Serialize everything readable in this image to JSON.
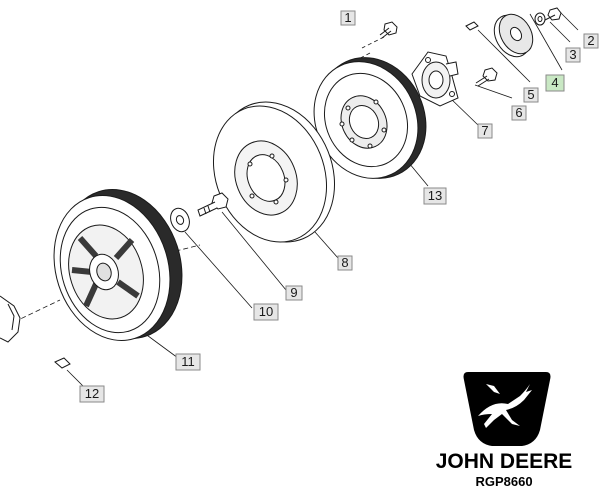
{
  "callouts": [
    {
      "id": "callout-1",
      "label": "1"
    },
    {
      "id": "callout-2",
      "label": "2"
    },
    {
      "id": "callout-3",
      "label": "3"
    },
    {
      "id": "callout-4",
      "label": "4",
      "highlighted": true
    },
    {
      "id": "callout-5",
      "label": "5"
    },
    {
      "id": "callout-6",
      "label": "6"
    },
    {
      "id": "callout-7",
      "label": "7"
    },
    {
      "id": "callout-8",
      "label": "8"
    },
    {
      "id": "callout-9",
      "label": "9"
    },
    {
      "id": "callout-10",
      "label": "10"
    },
    {
      "id": "callout-11",
      "label": "11"
    },
    {
      "id": "callout-12",
      "label": "12"
    },
    {
      "id": "callout-13",
      "label": "13"
    }
  ],
  "brand": {
    "name": "JOHN DEERE",
    "part_code": "RGP8660",
    "logo_icon": "leaping-deer-logo-icon"
  },
  "colors": {
    "line": "#1a1a1a",
    "callout_fill": "#e6e6e6",
    "callout_highlight_fill": "#c9e8c4",
    "callout_border": "#8a8a8a"
  }
}
